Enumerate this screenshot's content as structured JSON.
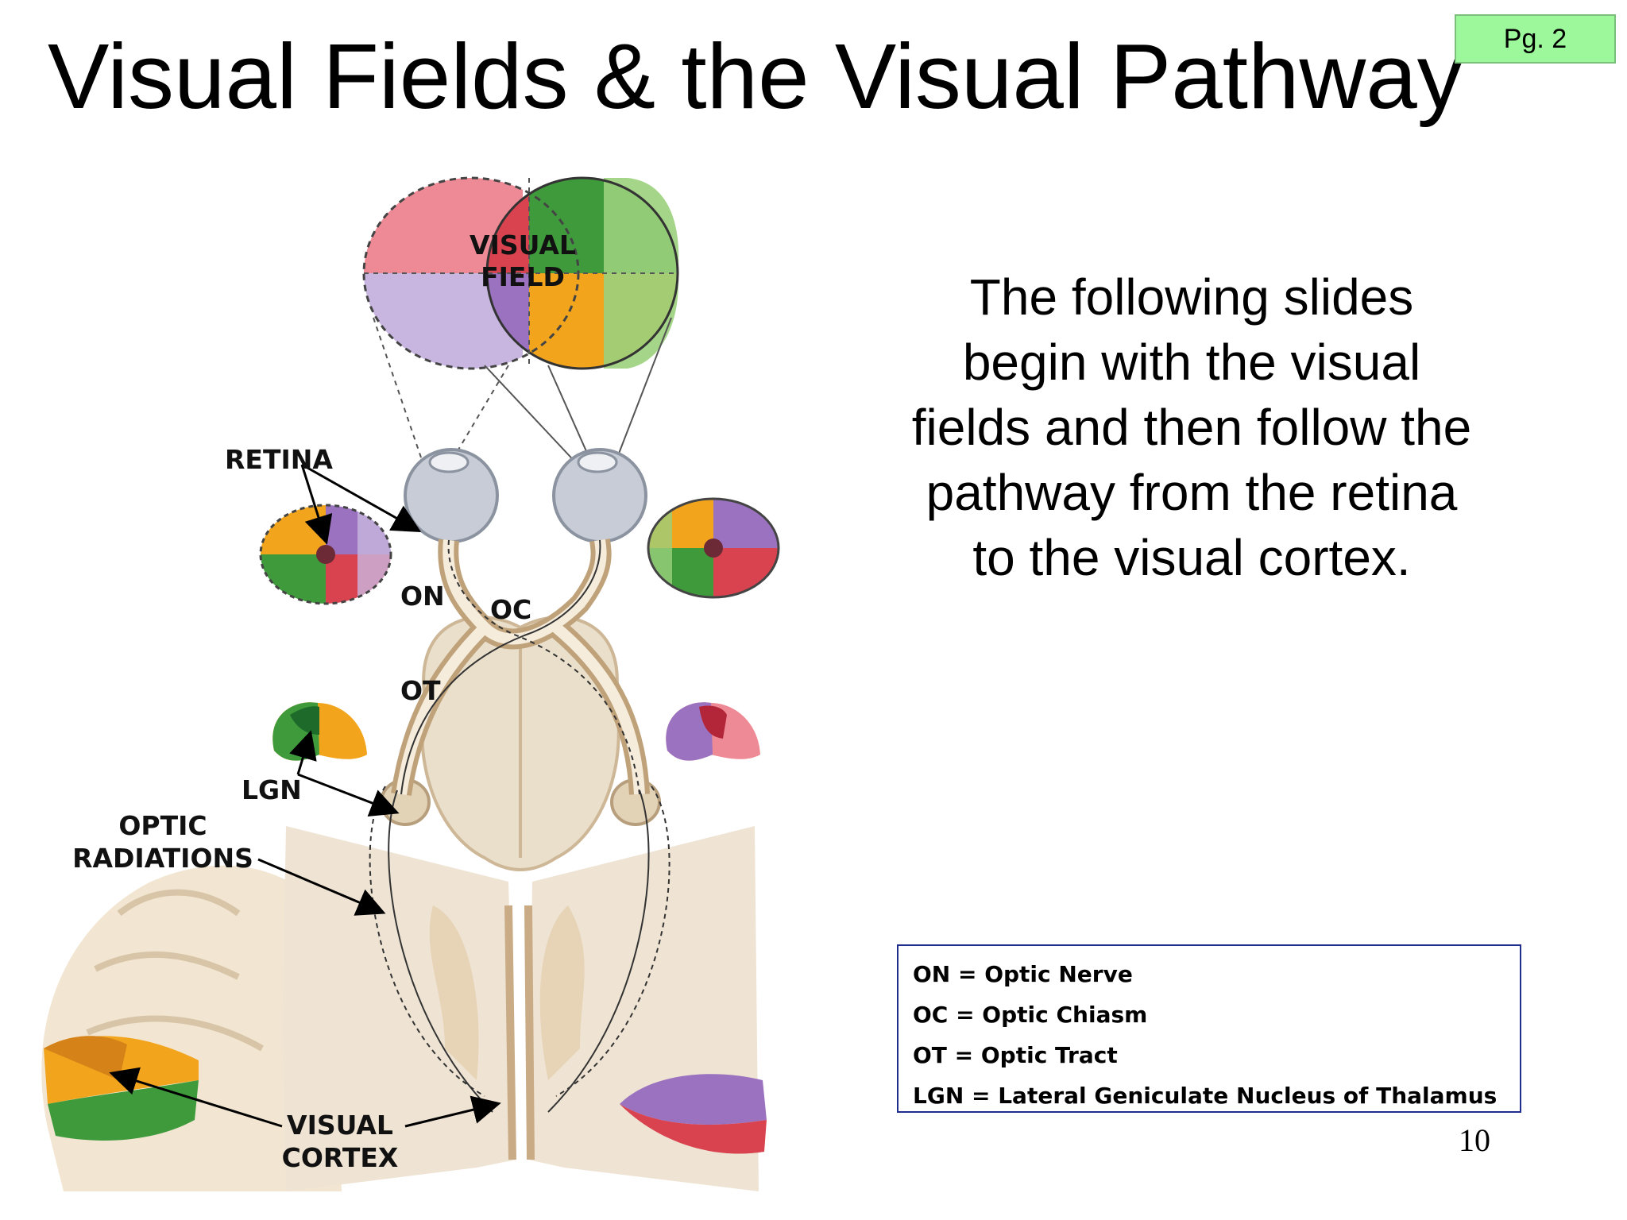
{
  "slide": {
    "title": "Visual Fields & the Visual Pathway",
    "page_badge": "Pg. 2",
    "number": "10"
  },
  "description": "The following slides begin with the visual fields and then follow the pathway from the retina to the visual cortex.",
  "diagram": {
    "labels": {
      "visual_field_1": "VISUAL",
      "visual_field_2": "FIELD",
      "retina": "RETINA",
      "on": "ON",
      "oc": "OC",
      "ot": "OT",
      "lgn": "LGN",
      "optic_radiations_1": "OPTIC",
      "optic_radiations_2": "RADIATIONS",
      "visual_cortex_1": "VISUAL",
      "visual_cortex_2": "CORTEX"
    },
    "colors": {
      "red": "#d9434f",
      "pink": "#ee8a95",
      "green": "#3f9a3c",
      "light_green": "#9bd07c",
      "purple": "#9a72bf",
      "lavender": "#c8b6e0",
      "orange": "#f2a51c",
      "eye_gray": "#c7ccd6",
      "brain_beige": "#eadfca"
    }
  },
  "legend": {
    "items": [
      "ON = Optic Nerve",
      "OC = Optic Chiasm",
      "OT = Optic Tract",
      "LGN = Lateral Geniculate Nucleus of Thalamus"
    ]
  }
}
